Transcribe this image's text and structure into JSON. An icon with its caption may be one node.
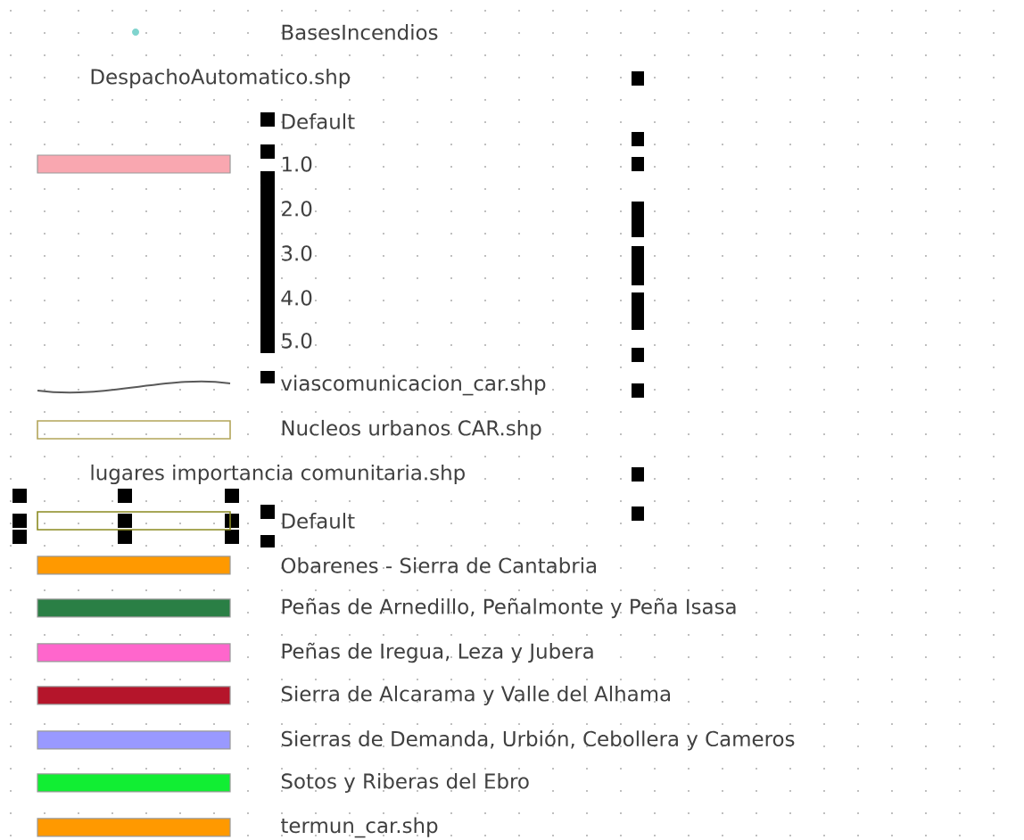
{
  "diagram": {
    "labels": [
      "DespachoAutomatico.shp",
      "Default",
      "2.0",
      "3.0",
      "4.0",
      "5.0",
      "lugares importancia comunitaria.shp"
    ],
    "legend": [
      {
        "text": "BasesIncendios"
      },
      {
        "text": "1.0",
        "color": "#f9a7b0"
      },
      {
        "text": "viascomunicacion_car.shp"
      },
      {
        "text": "Nucleos urbanos CAR.shp"
      },
      {
        "text": "Default"
      },
      {
        "text": "Obarenes - Sierra de Cantabria",
        "color": "#ff9900"
      },
      {
        "text": "Peñas de Arnedillo, Peñalmonte y Peña Isasa",
        "color": "#2a7f45"
      },
      {
        "text": "Peñas de Iregua, Leza y Jubera",
        "color": "#ff66cc"
      },
      {
        "text": "Sierra de Alcarama y Valle del Alhama",
        "color": "#b5152b"
      },
      {
        "text": "Sierras de Demanda, Urbión, Cebollera y Cameros",
        "color": "#9999ff"
      },
      {
        "text": "Sotos y Riberas del Ebro",
        "color": "#11ee33"
      },
      {
        "text": "termun_car.shp",
        "color": "#ff9900"
      }
    ]
  }
}
